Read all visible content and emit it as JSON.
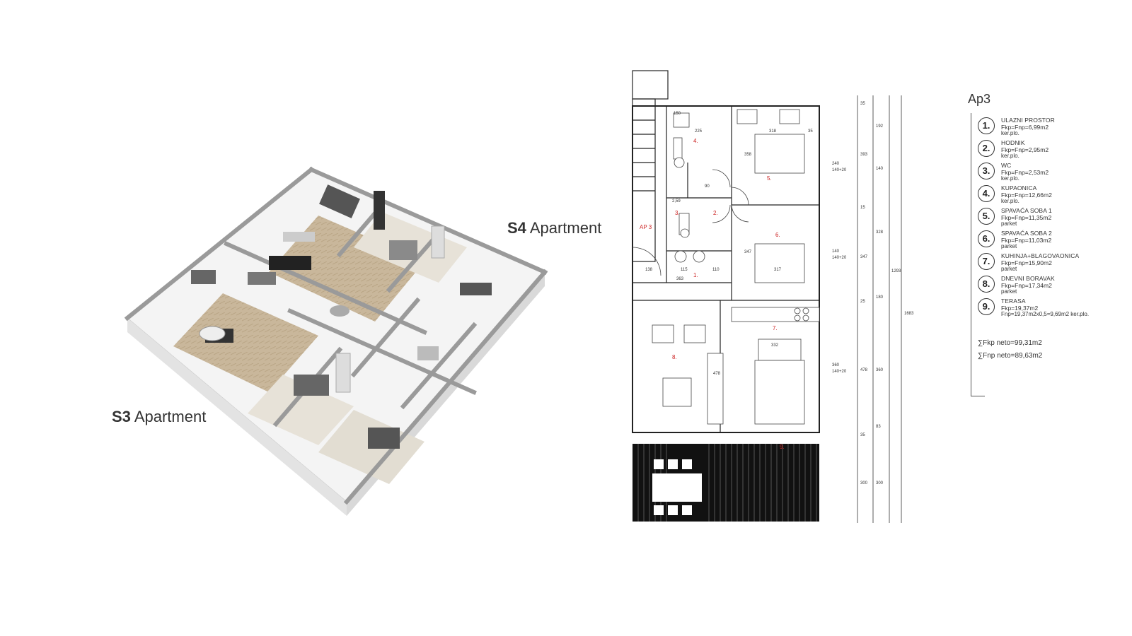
{
  "labels": {
    "s4_prefix": "S4",
    "s4_word": "Apartment",
    "s3_prefix": "S3",
    "s3_word": "Apartment"
  },
  "plan": {
    "marker": "AP 3",
    "dims": [
      "225",
      "318",
      "240",
      "140+20",
      "358",
      "90",
      "140",
      "140+20",
      "347",
      "317",
      "138",
      "115",
      "110",
      "363",
      "332",
      "478",
      "360",
      "140+20",
      "2,59",
      "150",
      "35",
      "35"
    ],
    "side_dims": [
      "192",
      "393",
      "140",
      "15",
      "328",
      "347",
      "1293",
      "1683",
      "180",
      "25",
      "478",
      "360",
      "83",
      "35",
      "300",
      "300"
    ]
  },
  "legend": {
    "title": "Ap3",
    "rooms": [
      {
        "num": "1.",
        "name": "ULAZNI PROSTOR",
        "area": "Fkp=Fnp=6,99m2",
        "floor": "ker.plo."
      },
      {
        "num": "2.",
        "name": "HODNIK",
        "area": "Fkp=Fnp=2,95m2",
        "floor": "ker.plo."
      },
      {
        "num": "3.",
        "name": "WC",
        "area": "Fkp=Fnp=2,53m2",
        "floor": "ker.plo."
      },
      {
        "num": "4.",
        "name": "KUPAONICA",
        "area": "Fkp=Fnp=12,66m2",
        "floor": "ker.plo."
      },
      {
        "num": "5.",
        "name": "SPAVAĆA SOBA 1",
        "area": "Fkp=Fnp=11,35m2",
        "floor": "parket"
      },
      {
        "num": "6.",
        "name": "SPAVAĆA SOBA 2",
        "area": "Fkp=Fnp=11,03m2",
        "floor": "parket"
      },
      {
        "num": "7.",
        "name": "KUHINJA+BLAGOVAONICA",
        "area": "Fkp=Fnp=15,90m2",
        "floor": "parket"
      },
      {
        "num": "8.",
        "name": "DNEVNI BORAVAK",
        "area": "Fkp=Fnp=17,34m2",
        "floor": "parket"
      },
      {
        "num": "9.",
        "name": "TERASA",
        "area": "Fkp=19,37m2",
        "floor": "Fnp=19,37m2x0,5=9,69m2  ker.plo."
      }
    ],
    "sum_gross": "∑Fkp neto=99,31m2",
    "sum_net": "∑Fnp neto=89,63m2"
  }
}
